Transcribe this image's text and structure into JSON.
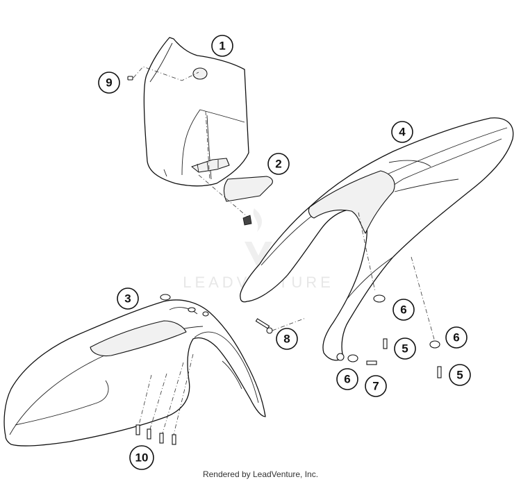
{
  "watermark": {
    "text": "LEADVENTURE"
  },
  "footer": {
    "text": "Rendered by LeadVenture, Inc."
  },
  "callouts": [
    "1",
    "2",
    "3",
    "4",
    "5",
    "5",
    "6",
    "6",
    "6",
    "7",
    "8",
    "9",
    "10"
  ]
}
